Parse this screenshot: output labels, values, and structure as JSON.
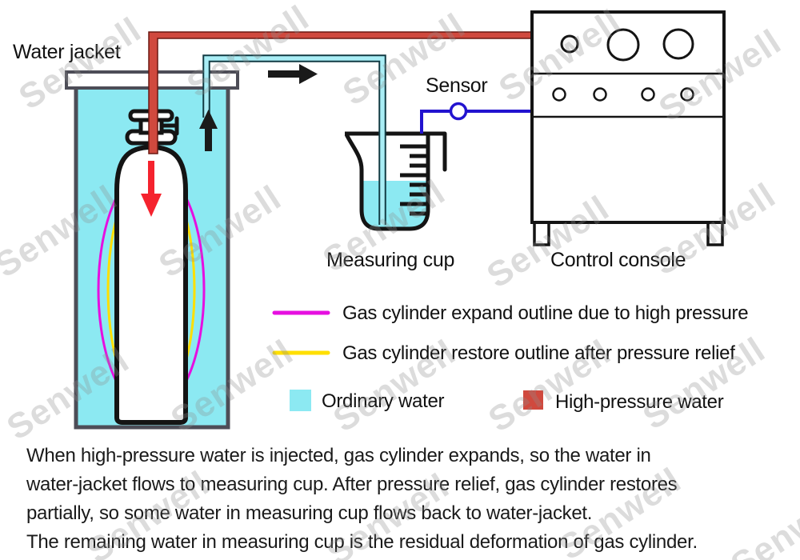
{
  "watermark": {
    "text": "Senwell"
  },
  "labels": {
    "water_jacket": "Water jacket",
    "sensor": "Sensor",
    "measuring_cup": "Measuring cup",
    "control_console": "Control console"
  },
  "legend": {
    "expand": {
      "label": "Gas cylinder expand outline due to high pressure"
    },
    "restore": {
      "label": "Gas cylinder restore outline after pressure relief"
    },
    "ordinary": {
      "label": "Ordinary water"
    },
    "high_pressure": {
      "label": "High-pressure water"
    }
  },
  "description": {
    "lines": [
      "When high-pressure water is injected, gas cylinder expands, so the water in",
      "water-jacket flows to measuring cup. After pressure relief, gas cylinder restores",
      "partially, so some water in measuring cup flows back to water-jacket.",
      "The remaining water in measuring cup is the residual deformation of gas cylinder."
    ]
  },
  "icons": {
    "red_down_arrow": "↓",
    "black_up_arrow": "↑",
    "black_right_arrow": "→",
    "sensor_node": "○"
  },
  "colors": {
    "ordinary_water": "#8ce9f2",
    "pipe_water": "#a9eef6",
    "high_pressure_water": "#d0493e",
    "expand_outline": "#e60fe0",
    "restore_outline": "#ffdf00",
    "sensor_wire": "#2213cf",
    "jacket_border": "#4d4d57",
    "red_arrow": "#f5232e"
  }
}
